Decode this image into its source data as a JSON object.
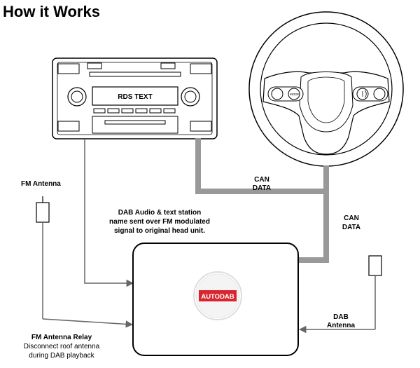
{
  "title": "How it Works",
  "head_unit": {
    "display_text": "RDS TEXT"
  },
  "steering_wheel": {
    "left_button_label": "MODE"
  },
  "links": {
    "can_data_top": [
      "CAN",
      "DATA"
    ],
    "can_data_right": [
      "CAN",
      "DATA"
    ],
    "dab_fm_note": [
      "DAB Audio & text station",
      "name sent over FM modulated",
      "signal to original head unit."
    ]
  },
  "fm_antenna": {
    "label": "FM Antenna"
  },
  "fm_relay": {
    "title": "FM Antenna Relay",
    "note": [
      "Disconnect roof antenna",
      "during DAB playback"
    ]
  },
  "dab_antenna": {
    "label": [
      "DAB",
      "Antenna"
    ]
  },
  "module": {
    "logo_text": "AUTODAB",
    "logo_color": "#d8262e"
  },
  "colors": {
    "cable": "#999999",
    "arrow": "#666666"
  }
}
